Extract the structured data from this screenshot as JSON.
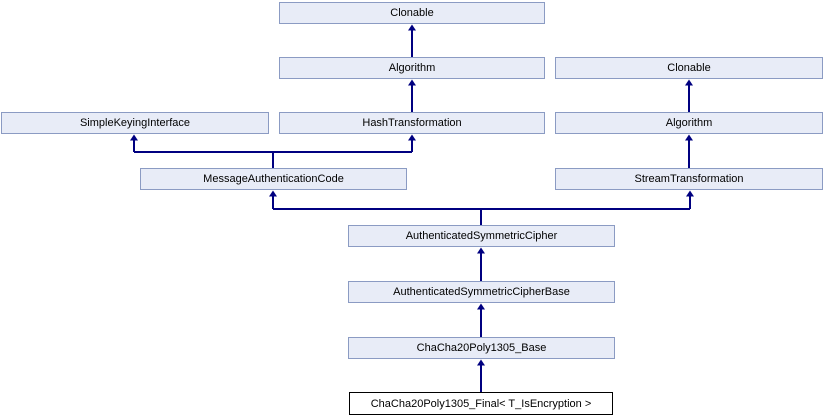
{
  "diagram": {
    "kind": "class-inheritance-diagram",
    "colors": {
      "bg": "#ffffff",
      "node_fill": "#e8ecf7",
      "node_border": "#8b9bc3",
      "edge": "#000080",
      "focus_fill": "#ffffff",
      "focus_border": "#000000",
      "text": "#000000"
    },
    "nodes": [
      {
        "id": "clonable-top",
        "label": "Clonable"
      },
      {
        "id": "algorithm-center",
        "label": "Algorithm"
      },
      {
        "id": "simple-keying-interface",
        "label": "SimpleKeyingInterface"
      },
      {
        "id": "hash-transformation",
        "label": "HashTransformation"
      },
      {
        "id": "clonable-right",
        "label": "Clonable"
      },
      {
        "id": "algorithm-right",
        "label": "Algorithm"
      },
      {
        "id": "message-authentication-code",
        "label": "MessageAuthenticationCode"
      },
      {
        "id": "stream-transformation",
        "label": "StreamTransformation"
      },
      {
        "id": "authenticated-symmetric-cipher",
        "label": "AuthenticatedSymmetricCipher"
      },
      {
        "id": "authenticated-symmetric-cipher-base",
        "label": "AuthenticatedSymmetricCipherBase"
      },
      {
        "id": "chacha20poly1305-base",
        "label": "ChaCha20Poly1305_Base"
      },
      {
        "id": "chacha20poly1305-final",
        "label": "ChaCha20Poly1305_Final< T_IsEncryption >",
        "focus": true
      }
    ],
    "edges": [
      {
        "from": "algorithm-center",
        "to": "clonable-top"
      },
      {
        "from": "hash-transformation",
        "to": "algorithm-center"
      },
      {
        "from": "algorithm-right",
        "to": "clonable-right"
      },
      {
        "from": "stream-transformation",
        "to": "algorithm-right"
      },
      {
        "from": "message-authentication-code",
        "to": "simple-keying-interface"
      },
      {
        "from": "message-authentication-code",
        "to": "hash-transformation"
      },
      {
        "from": "authenticated-symmetric-cipher",
        "to": "message-authentication-code"
      },
      {
        "from": "authenticated-symmetric-cipher",
        "to": "stream-transformation"
      },
      {
        "from": "authenticated-symmetric-cipher-base",
        "to": "authenticated-symmetric-cipher"
      },
      {
        "from": "chacha20poly1305-base",
        "to": "authenticated-symmetric-cipher-base"
      },
      {
        "from": "chacha20poly1305-final",
        "to": "chacha20poly1305-base"
      }
    ]
  }
}
